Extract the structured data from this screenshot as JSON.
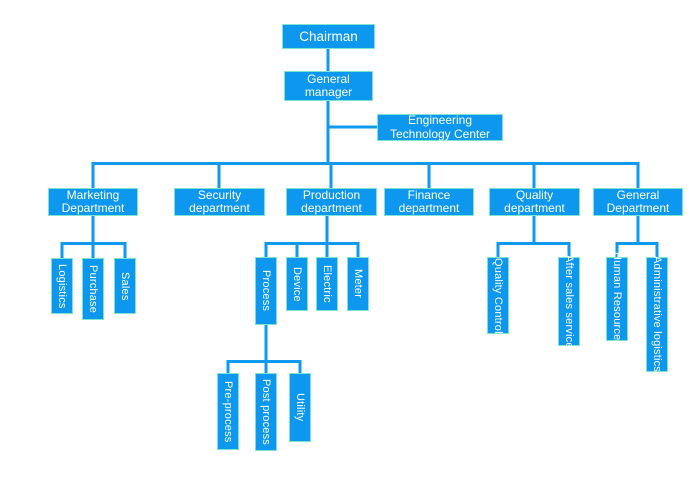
{
  "colors": {
    "node_fill": "#0e97ee",
    "node_edge": "#7de5cf",
    "connector_line": "#0f9af0",
    "node_text": "#ffffff",
    "background": "#ffffff"
  },
  "nodes": {
    "chairman": {
      "label": "Chairman"
    },
    "general_manager": {
      "label": "General manager"
    },
    "engineering_technology_center": {
      "label": "Engineering Technology Center"
    },
    "marketing": {
      "label": "Marketing Department"
    },
    "security": {
      "label": "Security department"
    },
    "production": {
      "label": "Production department"
    },
    "finance": {
      "label": "Finance department"
    },
    "quality": {
      "label": "Quality department"
    },
    "general_department": {
      "label": "General Department"
    },
    "logistics": {
      "label": "Logistics"
    },
    "purchase": {
      "label": "Purchase"
    },
    "sales": {
      "label": "Sales"
    },
    "process": {
      "label": "Process"
    },
    "device": {
      "label": "Device"
    },
    "electric": {
      "label": "Electric"
    },
    "meter": {
      "label": "Meter"
    },
    "pre_process": {
      "label": "Pre-process"
    },
    "post_process": {
      "label": "Post process"
    },
    "utility": {
      "label": "Utility"
    },
    "quality_control": {
      "label": "Quality Control"
    },
    "after_sales_service": {
      "label": "After sales service"
    },
    "human_resources": {
      "label": "Human Resources"
    },
    "administrative_logistics": {
      "label": "Administrative logistics"
    }
  }
}
